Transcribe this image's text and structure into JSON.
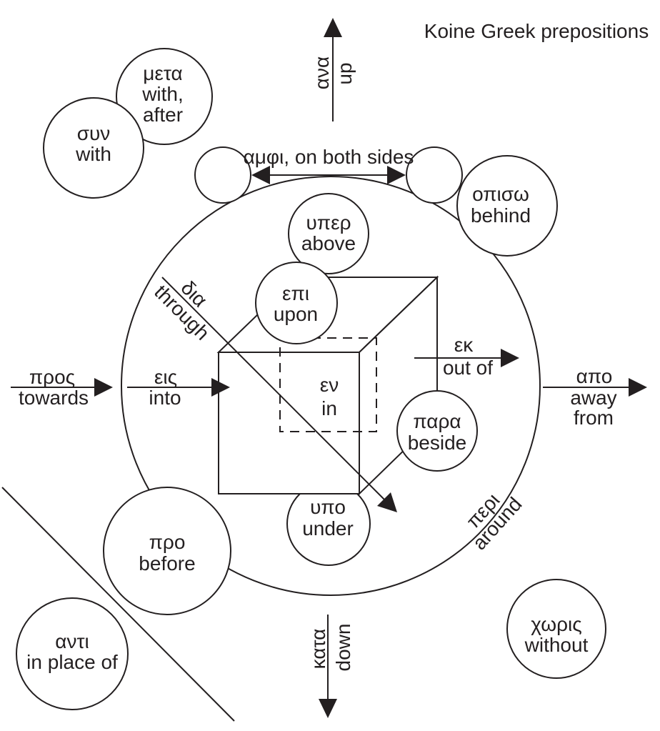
{
  "title": "Koine Greek prepositions",
  "colors": {
    "ink": "#231f20",
    "bg": "#ffffff"
  },
  "nodes": {
    "meta": {
      "greek": "μετα",
      "lines": [
        "with,",
        "after"
      ]
    },
    "syn": {
      "greek": "συν",
      "lines": [
        "with"
      ]
    },
    "opiso": {
      "greek": "οπισω",
      "lines": [
        "behind"
      ]
    },
    "hyper": {
      "greek": "υπερ",
      "lines": [
        "above"
      ]
    },
    "epi": {
      "greek": "επι",
      "lines": [
        "upon"
      ]
    },
    "en": {
      "greek": "εν",
      "lines": [
        "in"
      ]
    },
    "para": {
      "greek": "παρα",
      "lines": [
        "beside"
      ]
    },
    "hypo": {
      "greek": "υπο",
      "lines": [
        "under"
      ]
    },
    "pro": {
      "greek": "προ",
      "lines": [
        "before"
      ]
    },
    "anti": {
      "greek": "αντι",
      "lines": [
        "in place of"
      ]
    },
    "choris": {
      "greek": "χωρις",
      "lines": [
        "without"
      ]
    }
  },
  "arrows": {
    "ana": {
      "greek": "ανα",
      "english": "up"
    },
    "kata": {
      "greek": "κατα",
      "english": "down"
    },
    "amphi": {
      "label": "αμφι, on both sides"
    },
    "pros": {
      "greek": "προς",
      "english": "towards"
    },
    "eis": {
      "greek": "εις",
      "english": "into"
    },
    "ek": {
      "greek": "εκ",
      "english": "out of"
    },
    "apo": {
      "greek": "απο",
      "lines": [
        "away",
        "from"
      ]
    },
    "dia": {
      "greek": "δια",
      "english": "through"
    },
    "peri": {
      "greek": "περι",
      "english": "around"
    }
  }
}
